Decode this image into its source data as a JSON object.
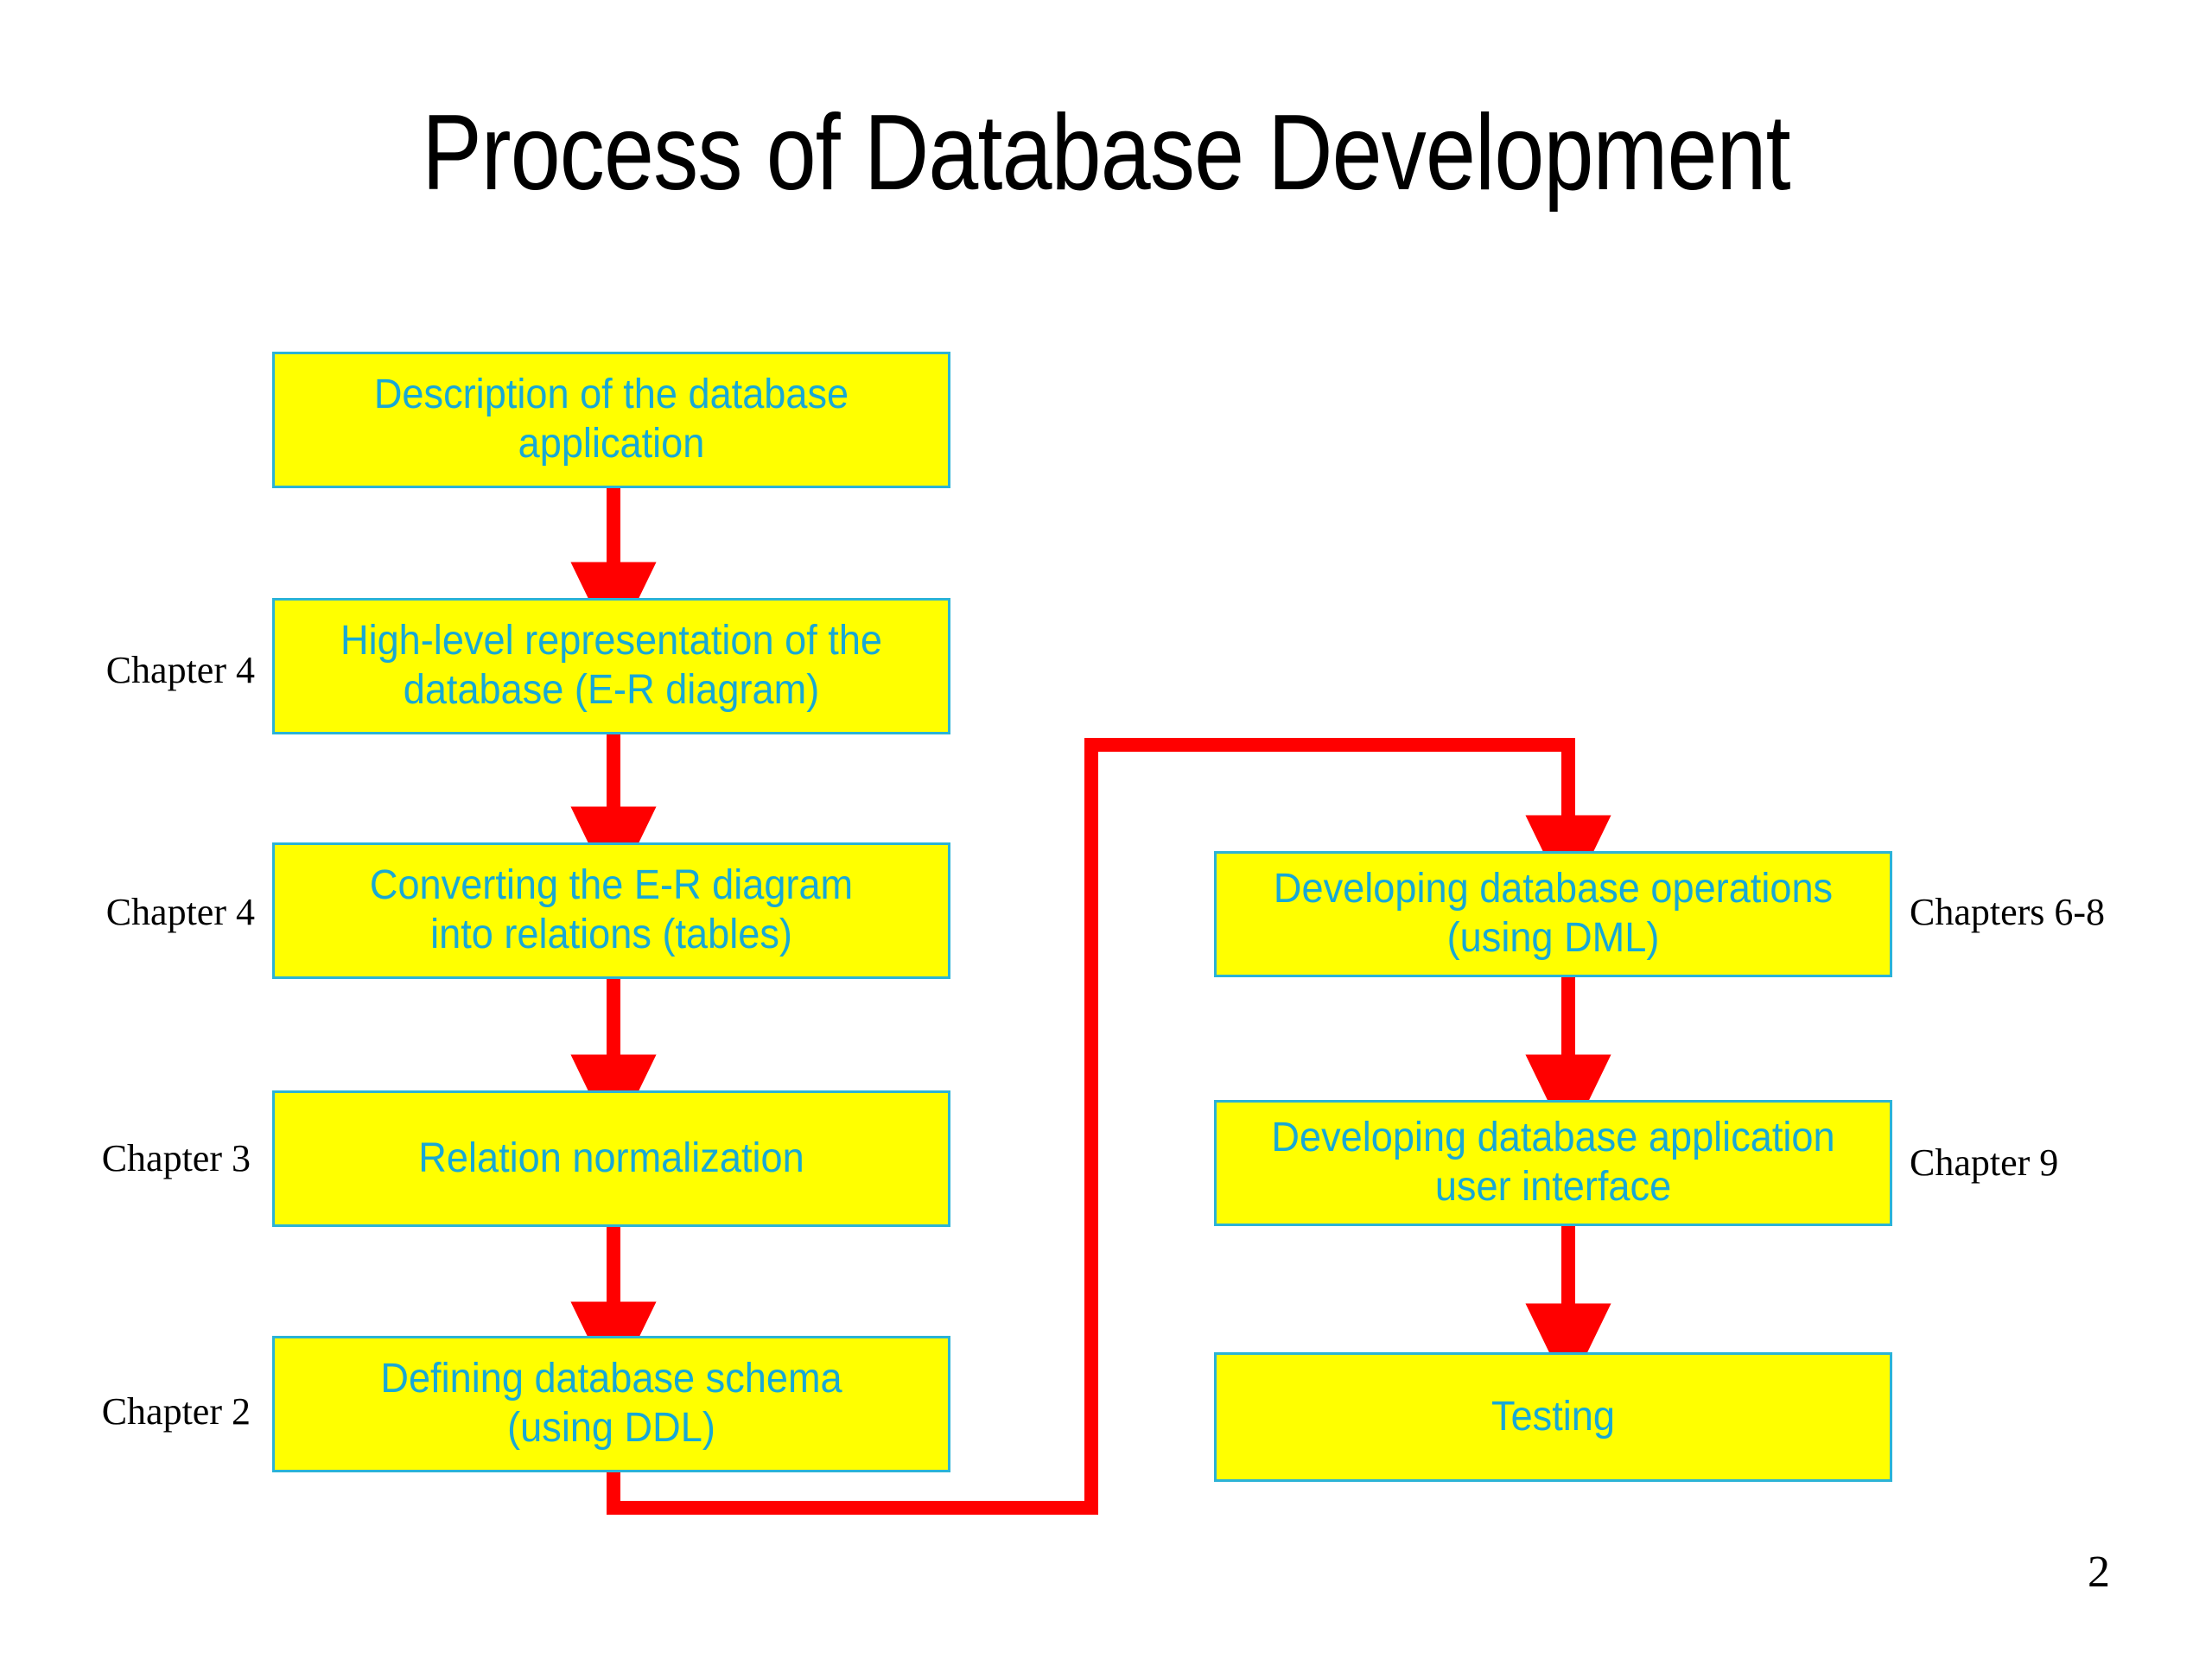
{
  "slide": {
    "title": "Process of Database Development",
    "page_number": "2",
    "background_color": "#FFFFFF"
  },
  "style": {
    "box_fill": "#FFFF00",
    "box_border": "#2BB3D6",
    "box_text": "#17A8D6",
    "arrow_color": "#FF0000",
    "caption_text": "#000000"
  },
  "left_column": {
    "boxes": [
      {
        "id": "description-of-the-database-application",
        "line1": "Description of the database",
        "line2": "application",
        "chapter": ""
      },
      {
        "id": "high-level-representation",
        "line1": "High-level representation of the",
        "line2": "database (E-R diagram)",
        "chapter": "Chapter 4"
      },
      {
        "id": "converting-er-into-relations",
        "line1": "Converting the E-R diagram",
        "line2": "into relations (tables)",
        "chapter": "Chapter 4"
      },
      {
        "id": "relation-normalization",
        "line1": "Relation normalization",
        "line2": "",
        "chapter": "Chapter 3"
      },
      {
        "id": "defining-database-schema",
        "line1": "Defining database schema",
        "line2": "(using DDL)",
        "chapter": "Chapter 2"
      }
    ]
  },
  "right_column": {
    "boxes": [
      {
        "id": "developing-database-operations",
        "line1": "Developing database operations",
        "line2": "(using DML)",
        "chapter": "Chapters 6-8"
      },
      {
        "id": "developing-database-application-ui",
        "line1": "Developing database application",
        "line2": "user interface",
        "chapter": "Chapter 9"
      },
      {
        "id": "testing",
        "line1": "Testing",
        "line2": "",
        "chapter": ""
      }
    ]
  },
  "connectors": {
    "description": "Vertical red arrows chain the left column top-to-bottom; a red elbow routes from the bottom of 'Defining database schema' down, right, up and over into the top of 'Developing database operations'; vertical red arrows then chain the right column top-to-bottom.",
    "count": "8"
  }
}
